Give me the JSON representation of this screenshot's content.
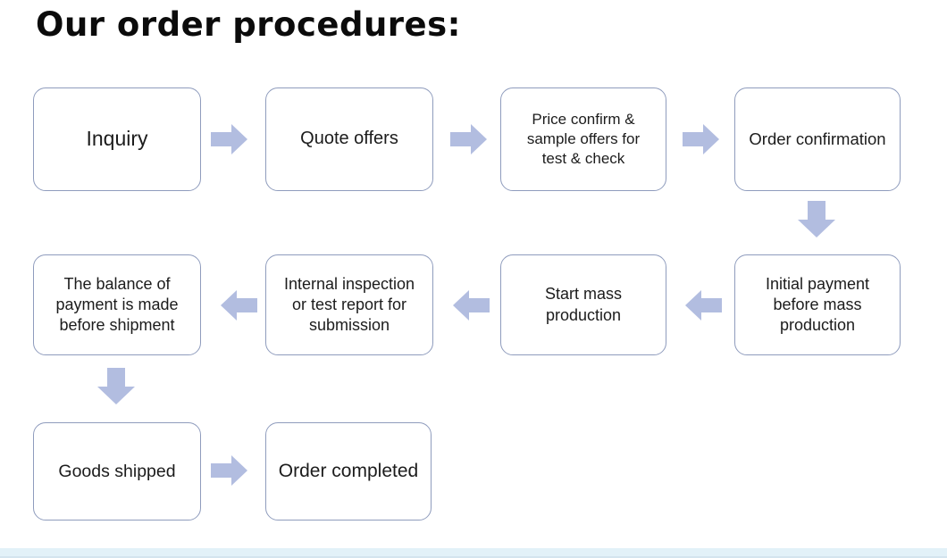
{
  "title": "Our order procedures:",
  "colors": {
    "arrow_fill": "#b2bde0",
    "box_border": "#8f9cbd",
    "box_fill": "#ffffff",
    "text": "#1c1c1c",
    "footer_bar": "#e2f1f8"
  },
  "boxes": [
    {
      "label": "Inquiry"
    },
    {
      "label": "Quote offers"
    },
    {
      "label": "Price confirm & sample offers for test & check"
    },
    {
      "label": "Order confirmation"
    },
    {
      "label": "Initial payment before mass production"
    },
    {
      "label": "Start mass production"
    },
    {
      "label": "Internal inspection or test report for submission"
    },
    {
      "label": "The balance of payment is made before shipment"
    },
    {
      "label": "Goods shipped"
    },
    {
      "label": "Order completed"
    }
  ],
  "arrows": [
    {
      "icon": "arrow-right-icon",
      "from": "Inquiry",
      "to": "Quote offers"
    },
    {
      "icon": "arrow-right-icon",
      "from": "Quote offers",
      "to": "Price confirm & sample offers for test & check"
    },
    {
      "icon": "arrow-right-icon",
      "from": "Price confirm & sample offers for test & check",
      "to": "Order confirmation"
    },
    {
      "icon": "arrow-down-icon",
      "from": "Order confirmation",
      "to": "Initial payment before mass production"
    },
    {
      "icon": "arrow-left-icon",
      "from": "Initial payment before mass production",
      "to": "Start mass production"
    },
    {
      "icon": "arrow-left-icon",
      "from": "Start mass production",
      "to": "Internal inspection or test report for submission"
    },
    {
      "icon": "arrow-left-icon",
      "from": "Internal inspection or test report for submission",
      "to": "The balance of payment is made before shipment"
    },
    {
      "icon": "arrow-down-icon",
      "from": "The balance of payment is made before shipment",
      "to": "Goods shipped"
    },
    {
      "icon": "arrow-right-icon",
      "from": "Goods shipped",
      "to": "Order completed"
    }
  ]
}
